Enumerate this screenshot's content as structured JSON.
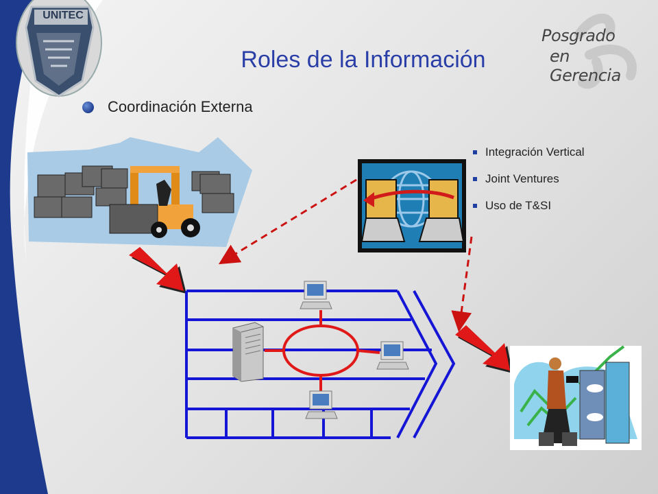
{
  "slide": {
    "title": "Roles de la Información",
    "subtitle": "Coordinación Externa",
    "brand_line1": "Posgrado",
    "brand_line2": "en Gerencia",
    "logo_text": "UNITEC",
    "bullets": [
      "Integración Vertical",
      "Joint Ventures",
      "Uso de T&SI"
    ]
  },
  "colors": {
    "title": "#2a3ea8",
    "left_band": "#1e3a8c",
    "network_lines": "#1515d6",
    "ring": "#e01818",
    "arrows": "#e01818",
    "dashed_arrows": "#cc1111"
  },
  "icons": [
    "unitec-logo-icon",
    "warehouse-forklift-clipart",
    "globe-laptops-clipart",
    "server-tower-icon",
    "desktop-computer-icon",
    "businesswoman-door-clipart",
    "big-red-arrow-icon"
  ]
}
